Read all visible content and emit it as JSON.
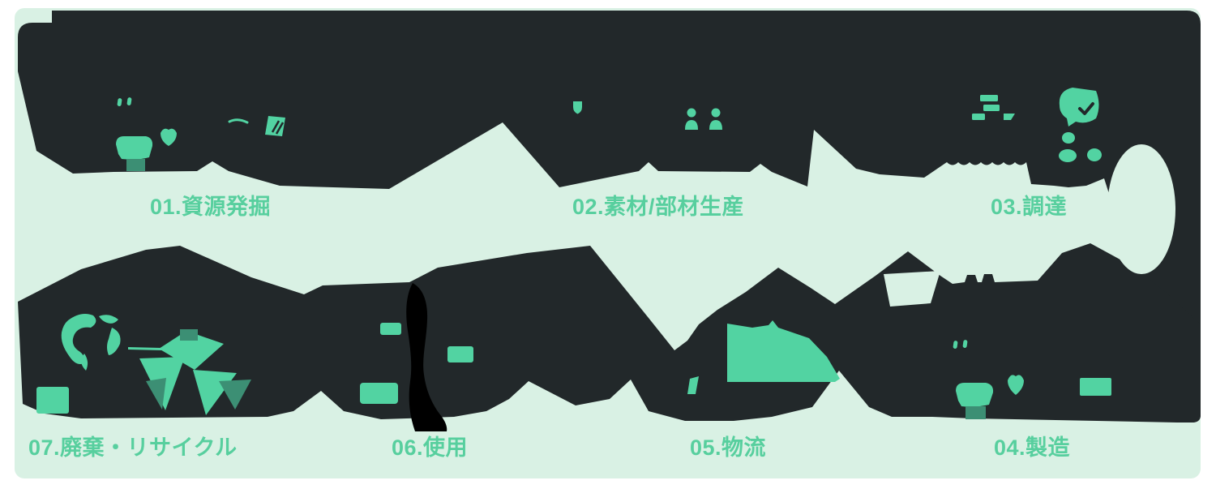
{
  "diagram": {
    "type": "product-lifecycle-flow",
    "stages": [
      {
        "id": "01",
        "label": "01.資源発掘",
        "icons": [
          "ore-pile-icon",
          "mineral-gem-icon",
          "sparkle-icon",
          "excavator-window-icon",
          "excavator-arm-icon"
        ]
      },
      {
        "id": "02",
        "label": "02.素材/部材生産",
        "icons": [
          "shield-icon",
          "worker-icon",
          "worker-icon"
        ]
      },
      {
        "id": "03",
        "label": "03.調達",
        "icons": [
          "stacked-bricks-icon",
          "checked-bag-icon",
          "pebbles-icon"
        ]
      },
      {
        "id": "04",
        "label": "04.製造",
        "icons": [
          "sparkle-icon",
          "ore-pile-icon",
          "mineral-gem-icon",
          "parts-box-icon"
        ]
      },
      {
        "id": "05",
        "label": "05.物流",
        "icons": [
          "cargo-container-icon",
          "wheel-arch-icon"
        ]
      },
      {
        "id": "06",
        "label": "06.使用",
        "icons": [
          "appliance-screen-icon",
          "appliance-panel-icon",
          "person-silhouette"
        ]
      },
      {
        "id": "07",
        "label": "07.廃棄・リサイクル",
        "icons": [
          "globe-icon",
          "recycle-arrows-icon",
          "waste-box-icon"
        ]
      }
    ]
  },
  "colors": {
    "page_background": "#ffffff",
    "panel_mint": "#d9f1e4",
    "silhouette_dark": "#22282a",
    "silhouette_black": "#000000",
    "accent_teal": "#52d3a2",
    "accent_teal_dark": "#3c8f74",
    "label_green": "#57cf9e"
  }
}
